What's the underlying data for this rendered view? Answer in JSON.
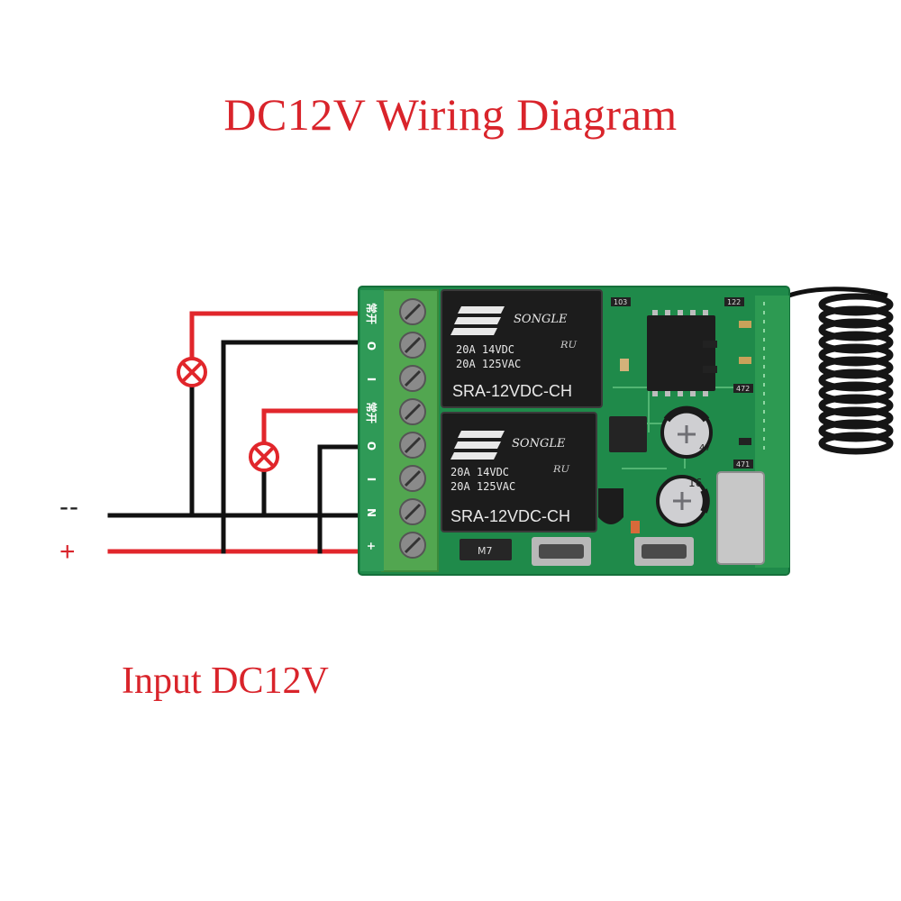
{
  "title": "DC12V Wiring Diagram",
  "caption": "Input DC12V",
  "rails": {
    "negative_label": "--",
    "positive_label": "+"
  },
  "terminal_labels": [
    "常开",
    "O",
    "I",
    "常开",
    "O",
    "I",
    "N",
    "+"
  ],
  "relays": [
    {
      "brand": "SONGLE",
      "rating_dc": "20A  14VDC",
      "rating_ac": "20A  125VAC",
      "model": "SRA-12VDC-CH"
    },
    {
      "brand": "SONGLE",
      "rating_dc": "20A  14VDC",
      "rating_ac": "20A  125VAC",
      "model": "SRA-12VDC-CH"
    }
  ],
  "pcb_marks": {
    "r1": "103",
    "r2": "122",
    "r3": "472",
    "r4": "471",
    "cap1": "47",
    "cap2": "16",
    "diode": "M7"
  },
  "colors": {
    "title": "#d9242b",
    "wire_red": "#e1262b",
    "wire_black": "#111111",
    "pcb_green": "#1f8a4a",
    "terminal_green": "#52a650",
    "relay_body": "#1c1c1c"
  },
  "icons": [
    "lamp-icon",
    "lamp-icon",
    "antenna-coil-icon"
  ]
}
